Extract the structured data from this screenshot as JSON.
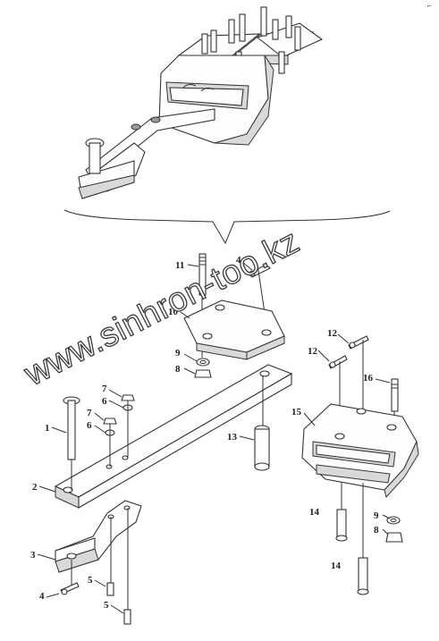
{
  "watermark": {
    "text": "www.sinhron-too.kz"
  },
  "corner_mark": {
    "text": "⌐"
  },
  "callouts": {
    "c1": "1",
    "c2": "2",
    "c3": "3",
    "c4a": "4",
    "c4b": "4",
    "c5a": "5",
    "c5b": "5",
    "c6a": "6",
    "c6b": "6",
    "c7a": "7",
    "c7b": "7",
    "c8a": "8",
    "c8b": "8",
    "c9a": "9",
    "c9b": "9",
    "c10": "10",
    "c11": "11",
    "c12a": "12",
    "c12b": "12",
    "c13": "13",
    "c14a": "14",
    "c14b": "14",
    "c15": "15",
    "c16": "16"
  },
  "colors": {
    "line": "#333333",
    "shade": "#d9d9d9",
    "background": "#ffffff"
  }
}
